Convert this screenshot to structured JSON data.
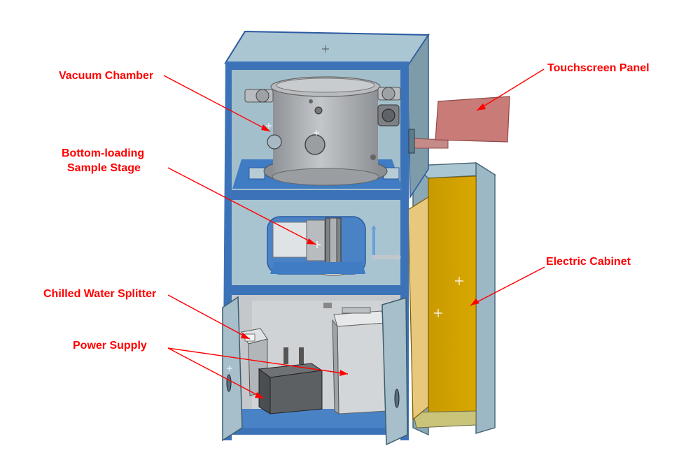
{
  "labels": {
    "vacuum_chamber": "Vacuum Chamber",
    "touchscreen_panel": "Touchscreen Panel",
    "sample_stage_line1": "Bottom-loading",
    "sample_stage_line2": "Sample Stage",
    "electric_cabinet": "Electric Cabinet",
    "chilled_water_splitter": "Chilled Water Splitter",
    "power_supply": "Power Supply"
  },
  "colors": {
    "frame_blue": "#3c73b8",
    "panel_light": "#aac6d2",
    "panel_mid": "#9fbccb",
    "panel_dark": "#7e9ba9",
    "chamber_gray": "#a9acb0",
    "touchscreen": "#c97b78",
    "cabinet_gold": "#d1a000",
    "label_red": "#ff0000"
  }
}
